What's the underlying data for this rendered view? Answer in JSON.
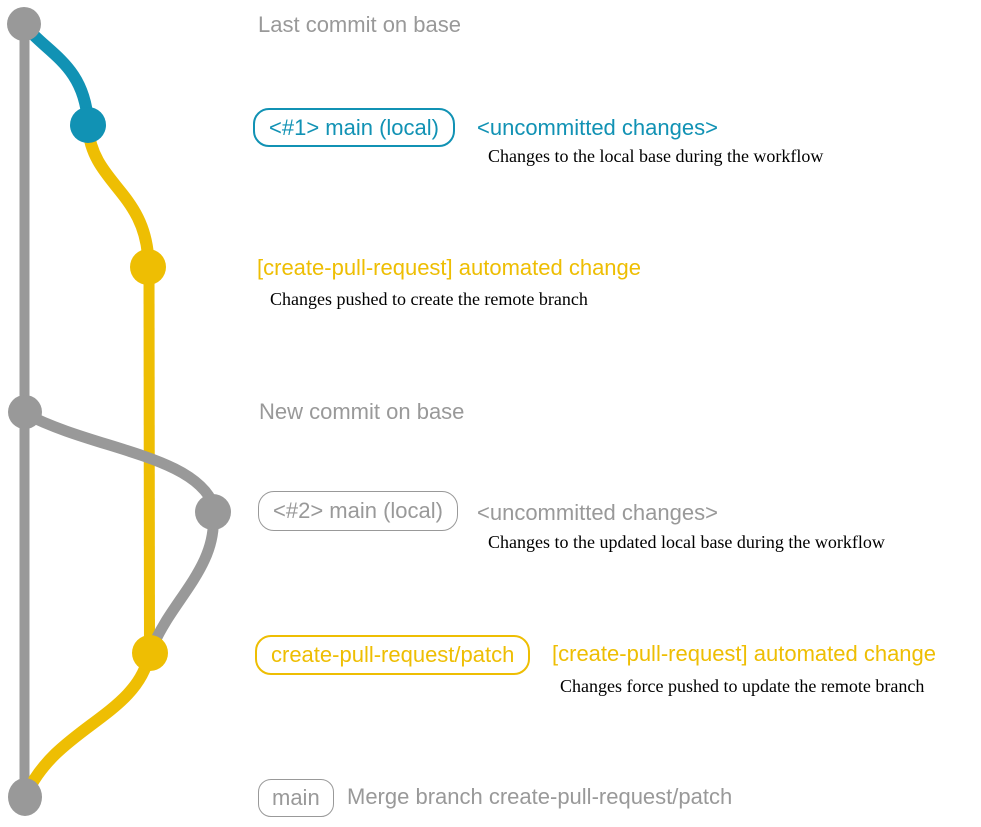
{
  "colors": {
    "gray": "#999999",
    "teal": "#1192b4",
    "yellow": "#eebe03",
    "note_text": "#000000",
    "background": "#ffffff"
  },
  "graph": {
    "type": "git-branch-diagram",
    "branches": [
      {
        "id": "base",
        "color_key": "gray"
      },
      {
        "id": "main-local",
        "color_key": "teal"
      },
      {
        "id": "create-pull-request-patch",
        "color_key": "yellow"
      }
    ],
    "node_count": 7
  },
  "annotations": {
    "row1": {
      "caption": "Last commit on base"
    },
    "row2": {
      "badge": "<#1> main (local)",
      "heading": "<uncommitted changes>",
      "note": "Changes to the local base during the workflow"
    },
    "row3": {
      "heading": "[create-pull-request] automated change",
      "note": "Changes pushed to create the remote branch"
    },
    "row4": {
      "caption": "New commit on base"
    },
    "row5": {
      "badge": "<#2> main (local)",
      "heading": "<uncommitted changes>",
      "note": "Changes to the updated local base during the workflow"
    },
    "row6": {
      "badge": "create-pull-request/patch",
      "heading": "[create-pull-request] automated change",
      "note": "Changes force pushed to update the remote branch"
    },
    "row7": {
      "badge": "main",
      "heading": "Merge branch create-pull-request/patch"
    }
  }
}
